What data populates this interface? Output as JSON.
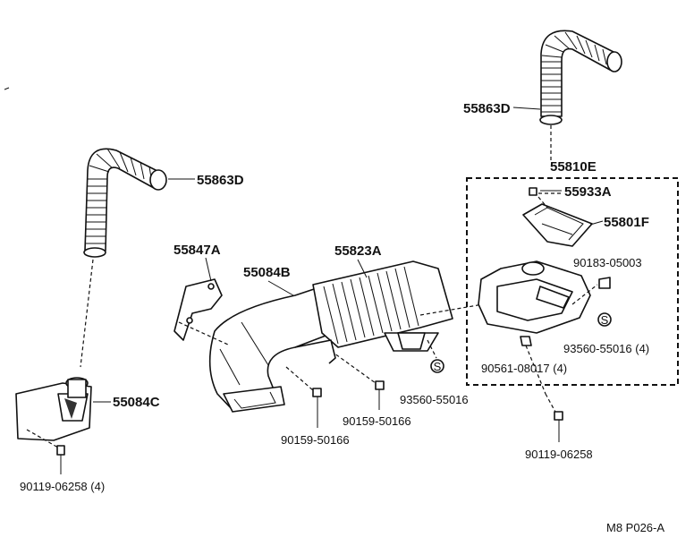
{
  "labels": {
    "hose_right": "55863D",
    "hose_left": "55863D",
    "cleaner_assy": "55810E",
    "screw_top": "55933A",
    "cover": "55801F",
    "clip_right": "90183-05003",
    "nut_right": "93560-55016 (4)",
    "bolt_case": "90561-08017 (4)",
    "bolt_right_bottom": "90119-06258",
    "bracket": "55847A",
    "duct": "55084B",
    "filter": "55823A",
    "nut_center": "93560-55016",
    "bolt_center_a": "90159-50166",
    "bolt_center_b": "90159-50166",
    "connector_left": "55084C",
    "bolt_left": "90119-06258 (4)"
  },
  "footer": {
    "code": "M8  P026-A"
  }
}
